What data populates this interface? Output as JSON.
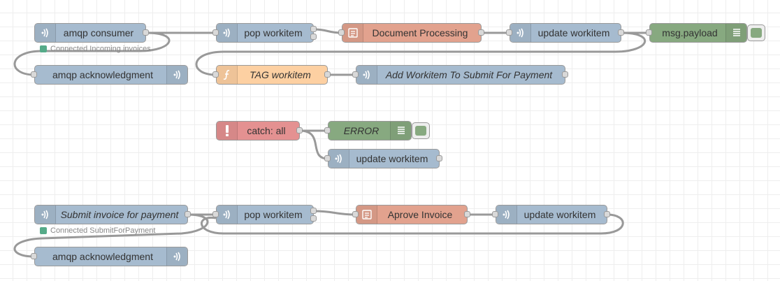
{
  "colors": {
    "grid": "#eeeeee",
    "wire": "#999999",
    "amqp": "#a6bbcf",
    "function": "#fdd0a2",
    "document": "#e2a28e",
    "debug": "#87a980",
    "catch": "#e49191",
    "status_connected": "#55aa88"
  },
  "nodes": {
    "amqp_consumer": {
      "label": "amqp consumer",
      "icon": "amqp-icon"
    },
    "status_incoming": {
      "text": "Connected Incoming invoices"
    },
    "pop_workitem_1": {
      "label": "pop workitem",
      "icon": "amqp-icon"
    },
    "document_processing": {
      "label": "Document Processing",
      "icon": "template-icon"
    },
    "update_workitem_1": {
      "label": "update workitem",
      "icon": "amqp-icon"
    },
    "msg_payload": {
      "label": "msg.payload",
      "icon": "debug-list-icon"
    },
    "amqp_ack_1": {
      "label": "amqp acknowledgment",
      "icon": "amqp-icon"
    },
    "tag_workitem": {
      "label": "TAG workitem",
      "icon": "function-icon"
    },
    "add_workitem_submit": {
      "label": "Add Workitem To Submit For Payment",
      "icon": "amqp-icon"
    },
    "catch_all": {
      "label": "catch: all",
      "icon": "alert-icon"
    },
    "error_debug": {
      "label": "ERROR",
      "icon": "debug-list-icon"
    },
    "update_workitem_2": {
      "label": "update workitem",
      "icon": "amqp-icon"
    },
    "submit_invoice": {
      "label": "Submit invoice for payment",
      "icon": "amqp-icon"
    },
    "status_submit": {
      "text": "Connected SubmitForPayment"
    },
    "pop_workitem_2": {
      "label": "pop workitem",
      "icon": "amqp-icon"
    },
    "approve_invoice": {
      "label": "Aprove Invoice",
      "icon": "template-icon"
    },
    "update_workitem_3": {
      "label": "update workitem",
      "icon": "amqp-icon"
    },
    "amqp_ack_2": {
      "label": "amqp acknowledgment",
      "icon": "amqp-icon"
    }
  }
}
